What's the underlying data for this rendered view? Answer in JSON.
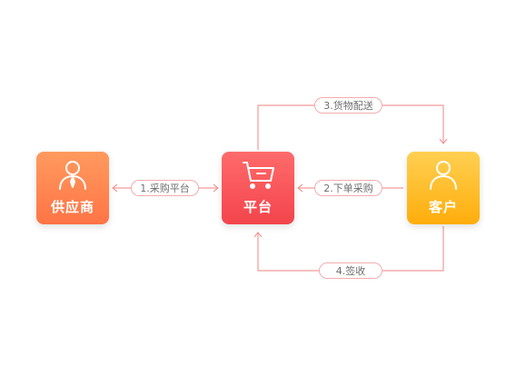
{
  "nodes": {
    "supplier": {
      "label": "供应商",
      "icon": "person-icon"
    },
    "platform": {
      "label": "平台",
      "icon": "shopping-cart-icon"
    },
    "customer": {
      "label": "客户",
      "icon": "person-icon"
    }
  },
  "edges": {
    "purchase": {
      "label": "1.采购平台"
    },
    "order": {
      "label": "2.下单采购"
    },
    "delivery": {
      "label": "3.货物配送"
    },
    "receive": {
      "label": "4.签收"
    }
  },
  "colors": {
    "supplier": "#ff7f4f",
    "platform": "#f64d53",
    "customer": "#ffb61d",
    "connector": "#f29a9a"
  }
}
